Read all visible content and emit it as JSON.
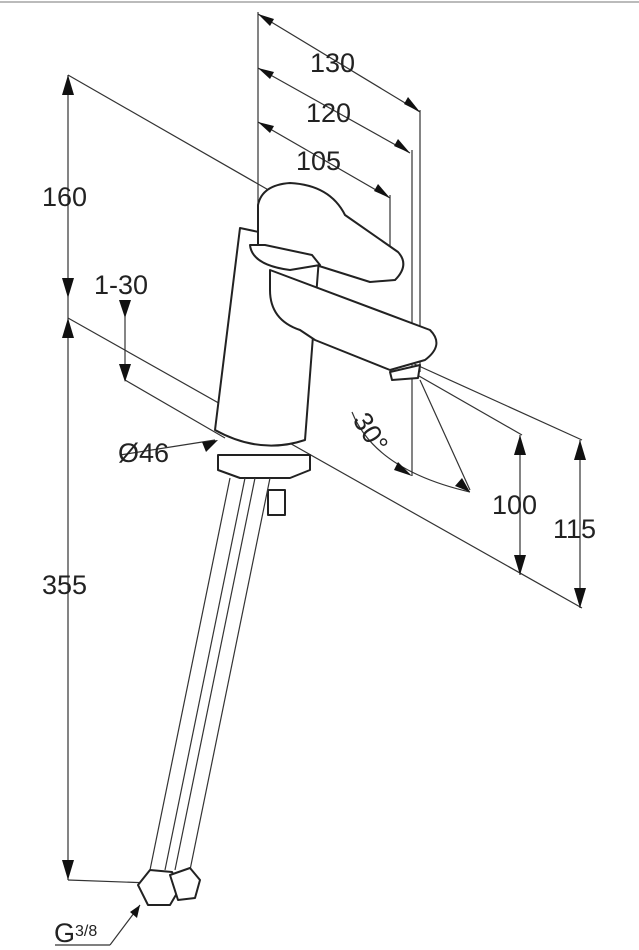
{
  "title": "Faucet dimension drawing",
  "dimensions": {
    "reach_130": "130",
    "reach_120": "120",
    "reach_105": "105",
    "height_160": "160",
    "thickness_range": "1-30",
    "hose_355": "355",
    "diameter": "Ø46",
    "angle": "30°",
    "outlet_100": "100",
    "outlet_115": "115",
    "thread_main": "G",
    "thread_fraction": "3/8"
  }
}
